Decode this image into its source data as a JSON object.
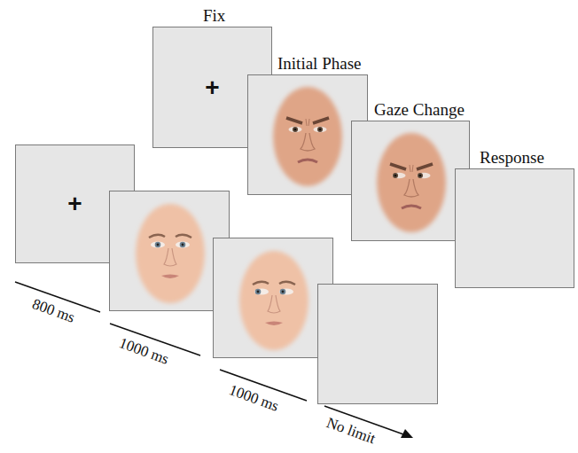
{
  "diagram": {
    "nodes": [
      {
        "text": [
          "Fix",
          "+"
        ]
      },
      {
        "text": [
          "Initial Phase"
        ]
      },
      {
        "text": [
          "Gaze Change"
        ]
      },
      {
        "text": [
          "Response"
        ]
      },
      {
        "text": [
          "+"
        ]
      }
    ],
    "labels": [
      "800 ms",
      "1000 ms",
      "1000 ms",
      "No limit"
    ]
  }
}
